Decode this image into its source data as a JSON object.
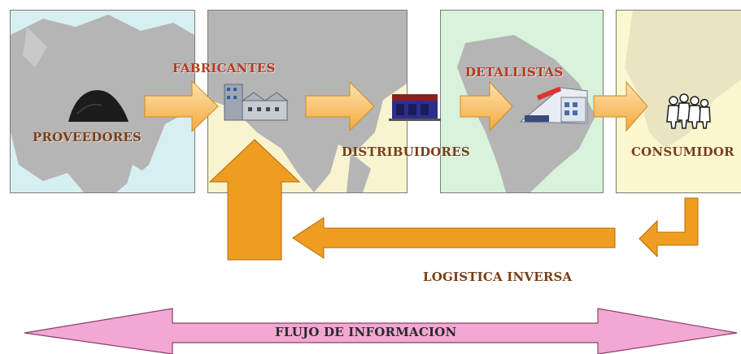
{
  "labels": {
    "proveedores": "PROVEEDORES",
    "fabricantes": "FABRICANTES",
    "distribuidores": "DISTRIBUIDORES",
    "detallistas": "DETALLISTAS",
    "consumidores": "CONSUMIDOR",
    "logistica_inversa": "LOGISTICA INVERSA",
    "flujo_informacion": "FLUJO DE INFORMACION"
  },
  "colors": {
    "panel_1_bg": "#d6f0f2",
    "panel_2_bg": "#f7f4cf",
    "panel_3_bg": "#d8f2dc",
    "panel_4_bg": "#fbf7cf",
    "map_grey": "#b5b5b5",
    "arrow_orange": "#f6b146",
    "arrow_orange_light": "#fbd48c",
    "reverse_orange": "#ef9d21",
    "info_pink": "#f3a8d3",
    "label_red": "#b53a1e",
    "label_brown": "#7a3f17"
  },
  "icons": {
    "suppliers": "raw-material-pile-icon",
    "manufacturers": "factory-icon",
    "distributors": "warehouse-icon",
    "retailers": "store-truck-icon",
    "consumers": "people-group-icon"
  }
}
